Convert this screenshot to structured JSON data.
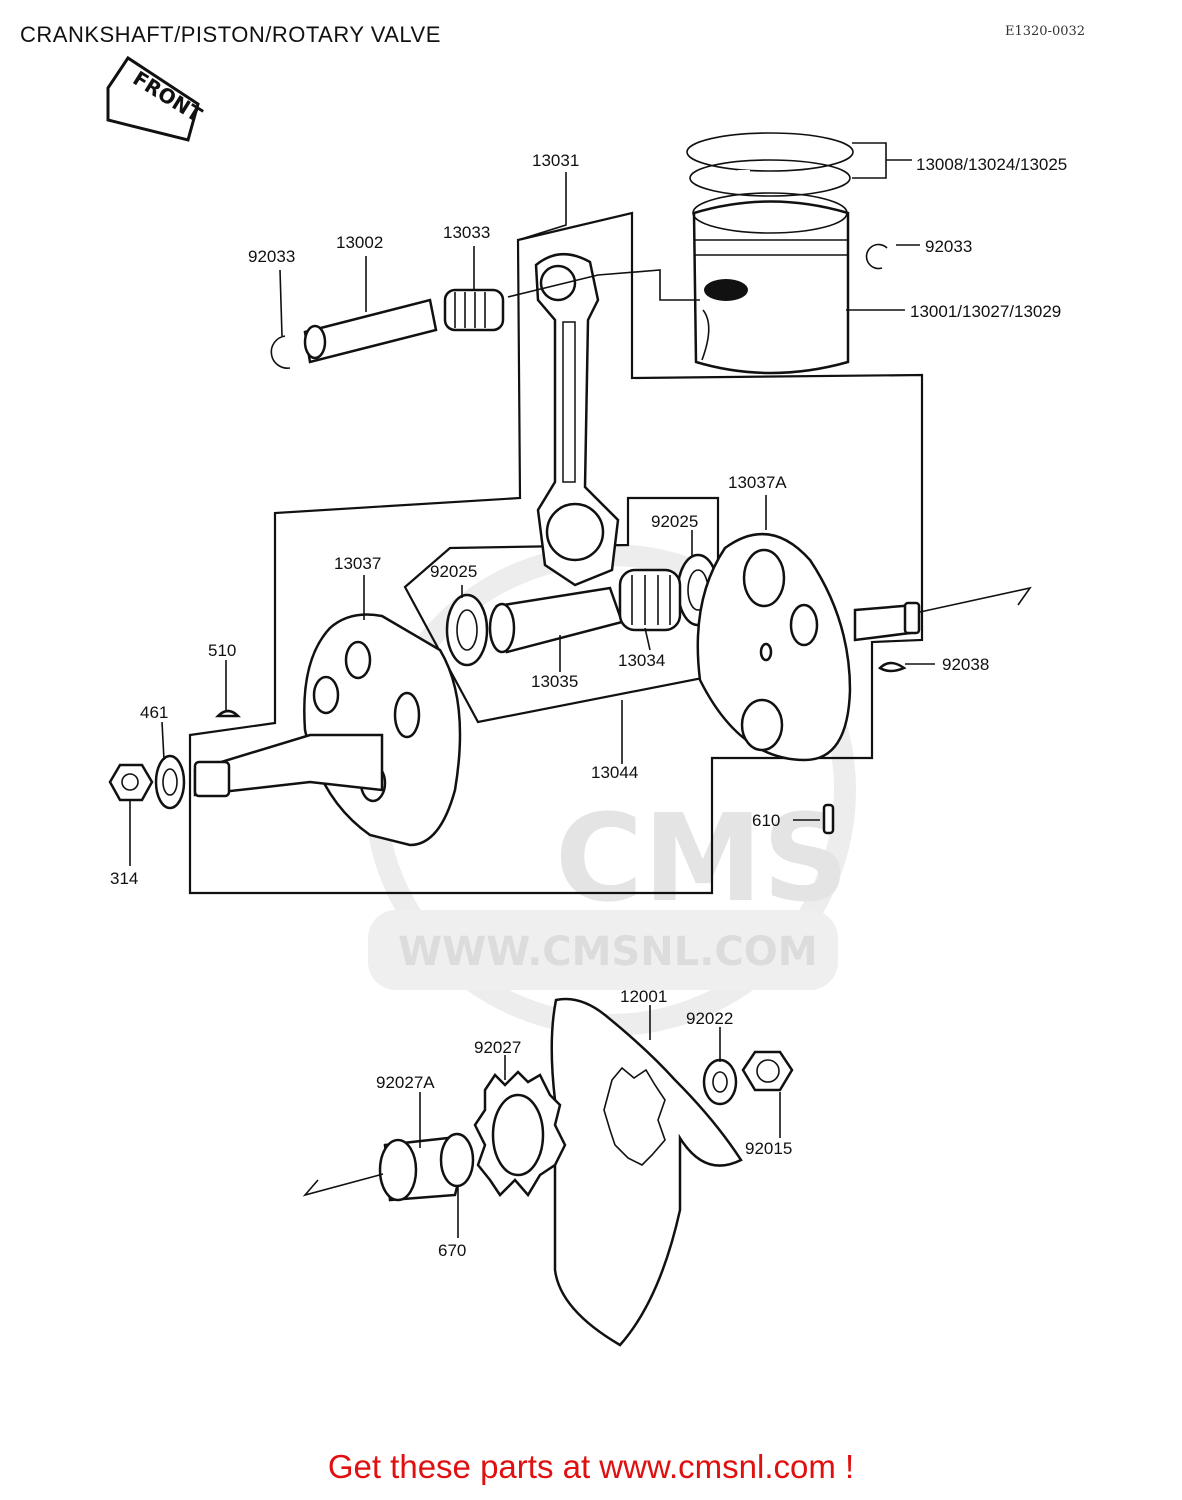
{
  "header": {
    "title": "CRANKSHAFT/PISTON/ROTARY VALVE",
    "diagram_code": "E1320-0032"
  },
  "watermark": {
    "brand": "CMS",
    "url": "WWW.CMSNL.COM"
  },
  "front_arrow": {
    "text": "FRONT"
  },
  "parts": {
    "p13031": "13031",
    "p13008": "13008/13024/13025",
    "p13033": "13033",
    "p13002": "13002",
    "p92033_left": "92033",
    "p92033_right": "92033",
    "p13001": "13001/13027/13029",
    "p13037A": "13037A",
    "p92025_right": "92025",
    "p13037": "13037",
    "p92025_left": "92025",
    "p510": "510",
    "p461": "461",
    "p92038": "92038",
    "p13034": "13034",
    "p13035": "13035",
    "p13044": "13044",
    "p610": "610",
    "p314": "314",
    "p12001": "12001",
    "p92022": "92022",
    "p92027": "92027",
    "p92027A": "92027A",
    "p92015": "92015",
    "p670": "670"
  },
  "footer": {
    "text": "Get these parts at www.cmsnl.com !"
  }
}
